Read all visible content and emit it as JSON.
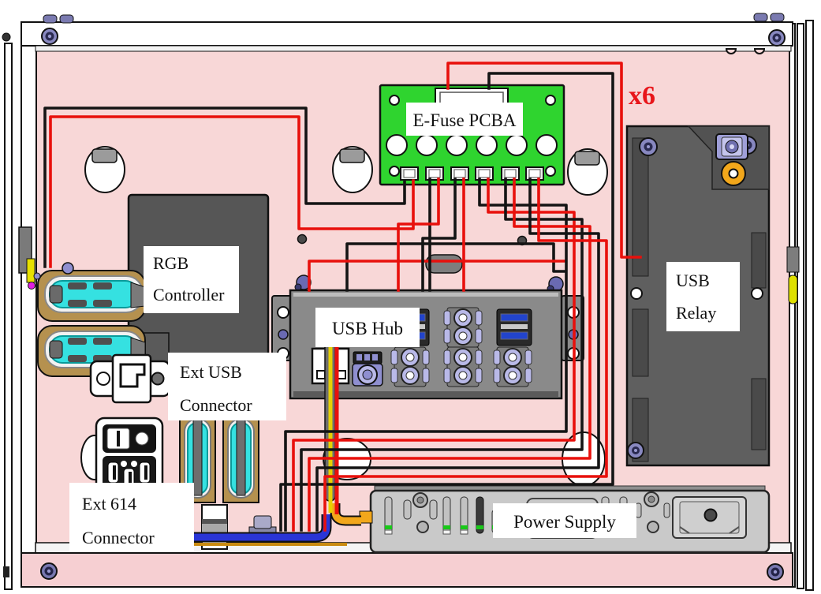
{
  "diagram": {
    "kind": "enclosure-assembly-wiring-diagram",
    "labels": {
      "efuse_pcba": "E-Fuse PCBA",
      "multiplier": "x6",
      "rgb_controller": [
        "RGB",
        "Controller"
      ],
      "usb_hub": "USB Hub",
      "usb_relay": [
        "USB",
        "Relay"
      ],
      "ext_usb_connector": [
        "Ext USB",
        "Connector"
      ],
      "ext_614_connector": [
        "Ext 614",
        "Connector"
      ],
      "power_supply": "Power Supply"
    },
    "colors": {
      "panel_pink": "#f8d7d7",
      "rail_pink": "#f6cfd2",
      "pcb_green": "#2fd42f",
      "wire_red": "#e8100c",
      "wire_black": "#141414",
      "annotation_red": "#e8151a",
      "component_dark_gray": "#5f5f5f",
      "hub_gray": "#8a8a8a",
      "psu_gray": "#c9c9c9",
      "tube_cyan": "#35e1e1",
      "mount_tan": "#b5914f",
      "connector_purple": "#8f8fd0",
      "accent_orange": "#f2a71b",
      "tube_blue": "#2a35d6",
      "led_green": "#22cc22"
    }
  }
}
